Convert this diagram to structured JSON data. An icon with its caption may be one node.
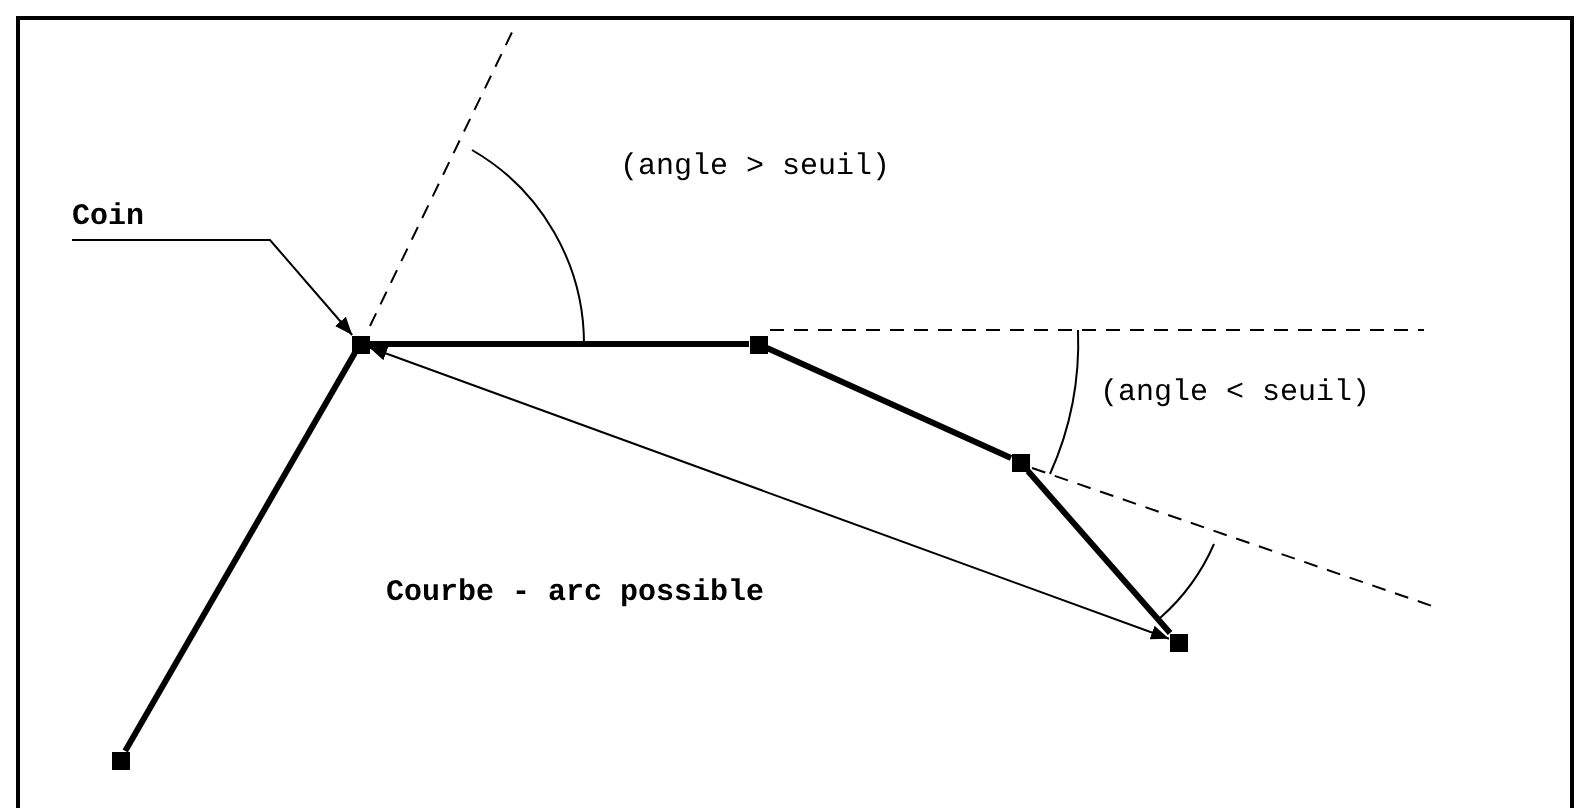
{
  "diagram": {
    "nodes": [
      {
        "text": [
          "Coin"
        ]
      },
      {
        "text": [],
        "shape": "box"
      },
      {
        "text": [],
        "shape": "box"
      },
      {
        "text": [],
        "shape": "box"
      },
      {
        "text": [],
        "shape": "box"
      },
      {
        "text": [],
        "shape": "box"
      }
    ],
    "edges": [
      {
        "from": 1,
        "to": 2,
        "arrow": "none"
      },
      {
        "from": 2,
        "to": 3,
        "arrow": "none"
      },
      {
        "from": 3,
        "to": 4,
        "arrow": "none"
      },
      {
        "from": 4,
        "to": 5,
        "arrow": "none"
      },
      {
        "from": 0,
        "to": 2,
        "arrow": "to"
      },
      {
        "from": 2,
        "to": 5,
        "arrow": "both",
        "label": "Courbe - arc possible"
      }
    ],
    "labels": [
      "(angle > seuil)",
      "(angle < seuil)"
    ]
  }
}
